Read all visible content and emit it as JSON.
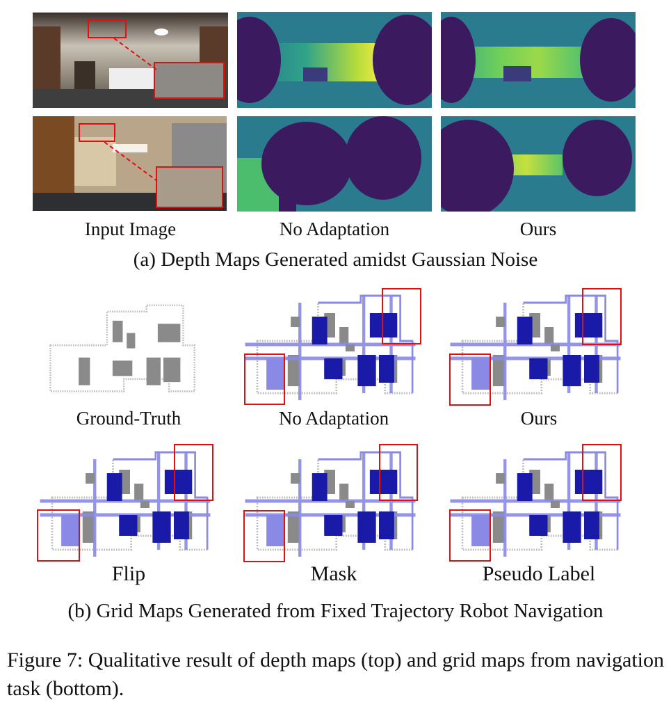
{
  "section_a": {
    "col_labels": [
      "Input Image",
      "No Adaptation",
      "Ours"
    ],
    "subcaption": "(a) Depth Maps Generated amidst Gaussian Noise"
  },
  "section_b": {
    "row1_labels": [
      "Ground-Truth",
      "No Adaptation",
      "Ours"
    ],
    "row2_labels": [
      "Flip",
      "Mask",
      "Pseudo Label"
    ],
    "subcaption": "(b) Grid Maps Generated from Fixed Trajectory Robot Navigation"
  },
  "figure_caption": "Figure 7:  Qualitative result of depth maps (top) and grid maps from navigation task (bottom).",
  "colors": {
    "highlight_box": "#e01010",
    "grid_gray": "#8a8a8a",
    "grid_dark_blue": "#1a1aa8",
    "grid_light_blue": "#8a8ae6",
    "depth_near": "#3b0f5e",
    "depth_mid": "#2a8c8c",
    "depth_far": "#e8e845"
  }
}
